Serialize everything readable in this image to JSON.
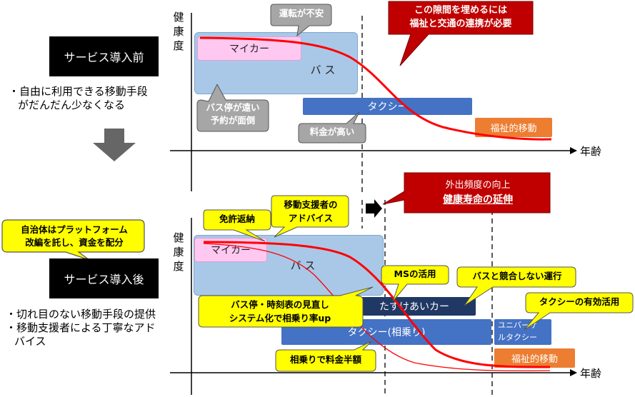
{
  "before": {
    "label": "サービス導入前",
    "bullets": [
      "・自由に利用できる移動手段",
      "がだんだん少なくなる"
    ]
  },
  "after": {
    "label": "サービス導入後",
    "bullets": [
      "・切れ目のない移動手段の提供",
      "・移動支援者による丁寧なアド",
      "バイス"
    ],
    "municipality_callout": [
      "自治体はプラットフォーム",
      "改編を託し、資金を配分"
    ]
  },
  "axes": {
    "y_label": "健康度",
    "x_label": "年齢"
  },
  "top_chart": {
    "mycar": "マイカー",
    "bus": "バ ス",
    "taxi": "タクシー",
    "welfare": "福祉的移動",
    "callout_driving": "運転が不安",
    "callout_gap": [
      "この隙間を埋めるには",
      "福祉と交通の連携が必要"
    ],
    "callout_bus_far": [
      "バス停が遠い",
      "予約が面倒"
    ],
    "callout_fare_high": "料金が高い"
  },
  "bottom_chart": {
    "mycar": "マイカー",
    "bus": "バ ス",
    "tasukeai": "たすけあいカー",
    "taxi_shared": "タクシー(相乗り)",
    "universal_taxi": [
      "ユニバーサ",
      "ルタクシー"
    ],
    "welfare": "福祉的移動",
    "callout_license": "免許返納",
    "callout_advisor": [
      "移動支援者の",
      "アドバイス"
    ],
    "callout_ms": "MSの活用",
    "callout_no_compete": "バスと競合しない運行",
    "callout_bus_review": [
      "バス停・時刻表の見直し",
      "システム化で相乗り率up"
    ],
    "callout_taxi_effective": "タクシーの有効活用",
    "callout_fare_half": "相乗りで料金半額",
    "outcome": [
      "外出頻度の向上",
      "健康寿命の延伸"
    ]
  },
  "colors": {
    "mycar_fill": "#ffc8f0",
    "bus_fill": "#a9c8e8",
    "taxi_fill": "#4472c4",
    "tasukeai_fill": "#203864",
    "welfare_fill": "#ed7d31",
    "curve": "#ff0000",
    "callout_yellow": "#ffff00",
    "callout_gray": "#a6a6a6",
    "callout_red": "#c00000"
  }
}
